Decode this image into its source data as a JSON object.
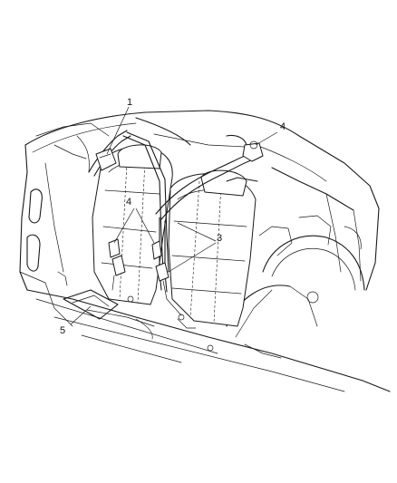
{
  "callouts": [
    {
      "id": "c1",
      "label": "1"
    },
    {
      "id": "c4a",
      "label": "4"
    },
    {
      "id": "c4b",
      "label": "4"
    },
    {
      "id": "c3",
      "label": "3"
    },
    {
      "id": "c5",
      "label": "5"
    }
  ],
  "colors": {
    "line": "#1a1a1a",
    "background": "#ffffff"
  }
}
